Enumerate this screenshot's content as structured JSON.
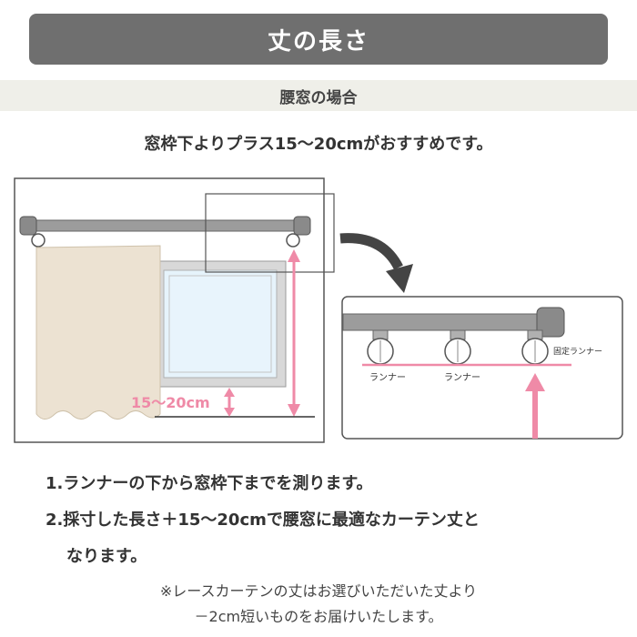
{
  "title": "丈の長さ",
  "section": "腰窓の場合",
  "lead": "窓枠下よりプラス15～20cmがおすすめです。",
  "diagram": {
    "measure_label": "15～20cm",
    "runner_label_1": "ランナー",
    "runner_label_2": "ランナー",
    "fixed_runner_label": "固定ランナー"
  },
  "steps": {
    "step1": "1.ランナーの下から窓枠下までを測ります。",
    "step2_line1": "2.採寸した長さ＋15～20cmで腰窓に最適なカーテン丈と",
    "step2_line2": "なります。"
  },
  "note": {
    "line1": "※レースカーテンの丈はお選びいただいた丈より",
    "line2": "－2cm短いものをお届けいたします。"
  },
  "colors": {
    "title_bg": "#6f6f6f",
    "band_bg": "#efefe9",
    "curtain": "#ece2d2",
    "window_glass": "#e6f3fb",
    "pink": "#ef8aa7"
  }
}
